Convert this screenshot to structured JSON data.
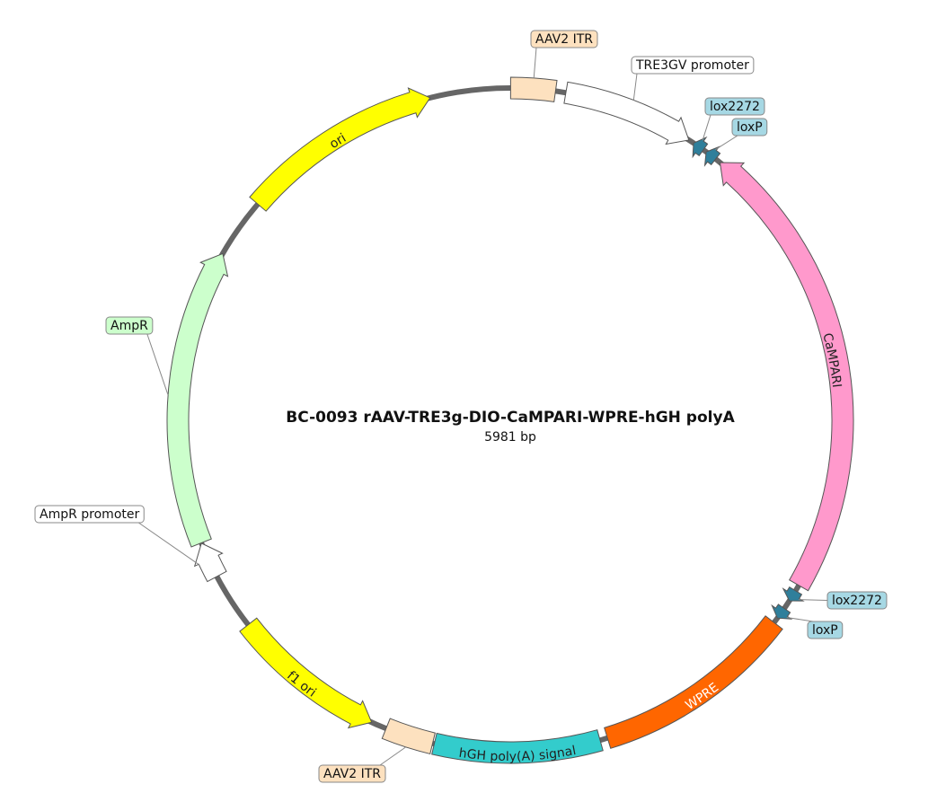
{
  "title": "BC-0093   rAAV-TRE3g-DIO-CaMPARI-WPRE-hGH polyA",
  "subtitle": "5981 bp",
  "features": [
    {
      "id": "aav2-itr-top",
      "name": "AAV2 ITR",
      "start": 1,
      "end": 130,
      "direction": "none",
      "color": "#fde1bf",
      "label": "AAV2 ITR",
      "label_style": "box"
    },
    {
      "id": "tre3gv-promoter",
      "name": "TRE3GV promoter",
      "start": 160,
      "end": 540,
      "direction": "forward",
      "color": "#ffffff",
      "label": "TRE3GV promoter",
      "label_style": "box"
    },
    {
      "id": "lox2272-top",
      "name": "lox2272",
      "start": 556,
      "end": 590,
      "direction": "reverse",
      "color": "#2f7f9b",
      "label": "lox2272",
      "label_style": "box"
    },
    {
      "id": "loxp-top",
      "name": "loxP",
      "start": 600,
      "end": 634,
      "direction": "reverse",
      "color": "#2f7f9b",
      "label": "loxP",
      "label_style": "box"
    },
    {
      "id": "campari",
      "name": "CaMPARI",
      "start": 650,
      "end": 1990,
      "direction": "reverse",
      "color": "#ff99cc",
      "label": "CaMPARI",
      "label_style": "inline",
      "label_color": "#222222"
    },
    {
      "id": "lox2272-bottom",
      "name": "lox2272",
      "start": 2008,
      "end": 2042,
      "direction": "forward",
      "color": "#2f7f9b",
      "label": "lox2272",
      "label_style": "box"
    },
    {
      "id": "loxp-bottom",
      "name": "loxP",
      "start": 2068,
      "end": 2102,
      "direction": "forward",
      "color": "#2f7f9b",
      "label": "loxP",
      "label_style": "box"
    },
    {
      "id": "wpre",
      "name": "WPRE",
      "start": 2118,
      "end": 2708,
      "direction": "none",
      "color": "#ff6600",
      "label": "WPRE",
      "label_style": "inline",
      "label_color": "#ffffff"
    },
    {
      "id": "hgh-polya",
      "name": "hGH poly(A) signal",
      "start": 2730,
      "end": 3210,
      "direction": "none",
      "color": "#33cccc",
      "label": "hGH poly(A) signal",
      "label_style": "inline",
      "label_color": "#222222"
    },
    {
      "id": "aav2-itr-bottom",
      "name": "AAV2 ITR",
      "start": 3215,
      "end": 3355,
      "direction": "none",
      "color": "#fde1bf",
      "label": "AAV2 ITR",
      "label_style": "box"
    },
    {
      "id": "f1-ori",
      "name": "f1 ori",
      "start": 3400,
      "end": 3855,
      "direction": "reverse",
      "color": "#ffff00",
      "label": "f1 ori",
      "label_style": "inline",
      "label_color": "#222222"
    },
    {
      "id": "ampr-promoter",
      "name": "AmpR promoter",
      "start": 4020,
      "end": 4125,
      "direction": "forward",
      "color": "#ffffff",
      "label": "AmpR promoter",
      "label_style": "box"
    },
    {
      "id": "ampr",
      "name": "AmpR",
      "start": 4126,
      "end": 4986,
      "direction": "forward",
      "color": "#ccffcc",
      "label": "AmpR",
      "label_style": "box"
    },
    {
      "id": "ori",
      "name": "ori",
      "start": 5160,
      "end": 5749,
      "direction": "forward",
      "color": "#ffff00",
      "label": "ori",
      "label_style": "inline",
      "label_color": "#222222"
    }
  ],
  "label_box_colors": {
    "AAV2 ITR": "#fde1bf",
    "TRE3GV promoter": "#ffffff",
    "lox2272": "#a6d8e4",
    "loxP": "#a6d8e4",
    "AmpR": "#ccffcc",
    "AmpR promoter": "#ffffff"
  }
}
